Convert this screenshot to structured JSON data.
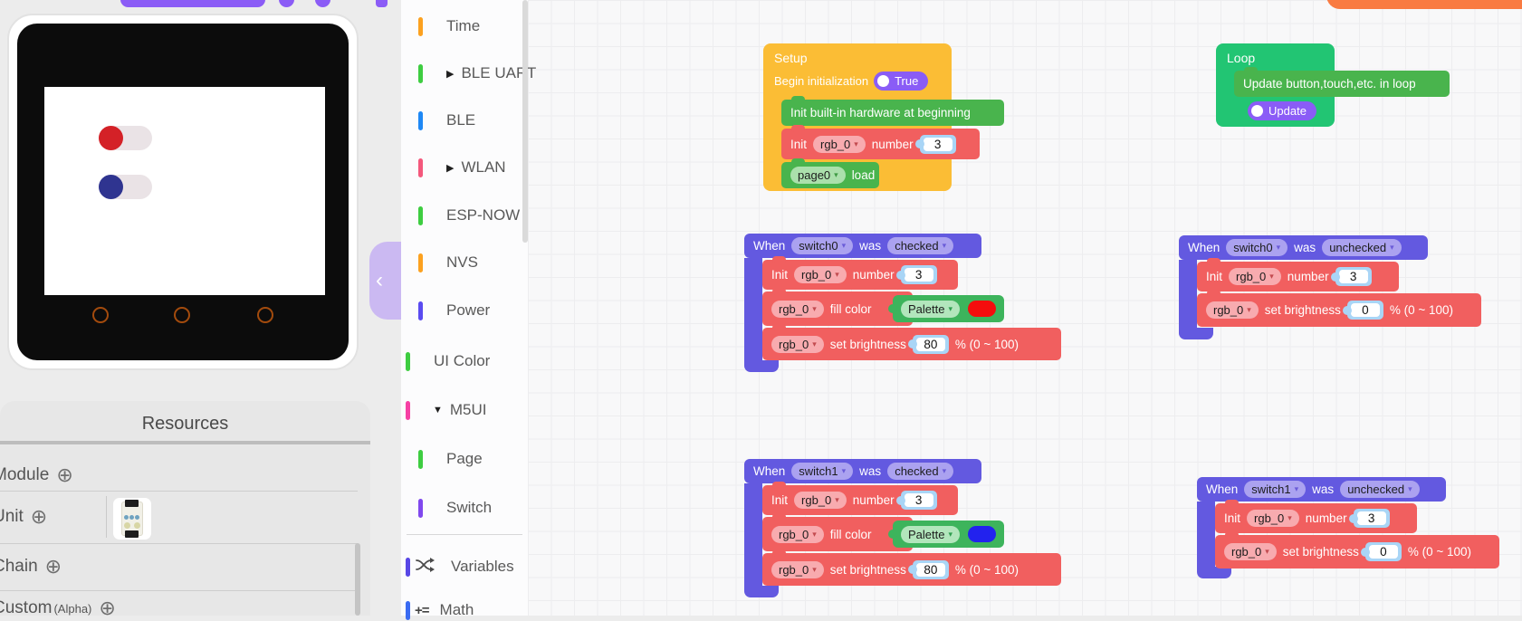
{
  "icons": {
    "dropdown_arrow": "▾",
    "triangle_right": "▶",
    "triangle_down": "▼",
    "plus_circle": "⊕",
    "chevron_left": "‹"
  },
  "colors": {
    "setup_yellow": "#fbbd35",
    "loop_green": "#22c573",
    "inner_green": "#49b44d",
    "red_block": "#f15f5f",
    "violet_block": "#6359e0",
    "purple_pill": "#8a5cf6",
    "number_piece_blue": "#a9d5f6",
    "palette_green": "#3db45c",
    "workspace_bg": "#f8f8f9",
    "orange_button": "#f97b42"
  },
  "device": {
    "switch0_color": "#d42127",
    "switch1_color": "#2f3490"
  },
  "resources": {
    "title": "Resources",
    "rows": [
      {
        "label": "Module"
      },
      {
        "label": "Unit"
      },
      {
        "label": "Chain"
      },
      {
        "label": "Custom",
        "suffix": "(Alpha)"
      }
    ]
  },
  "sidebar": {
    "items": [
      {
        "label": "Time",
        "color": "#fca120"
      },
      {
        "label": "BLE UART",
        "color": "#3ecd41"
      },
      {
        "label": "BLE",
        "color": "#1e88f5"
      },
      {
        "label": "WLAN",
        "color": "#f4587c"
      },
      {
        "label": "ESP-NOW",
        "color": "#3ecd41"
      },
      {
        "label": "NVS",
        "color": "#fca120"
      },
      {
        "label": "Power",
        "color": "#5a4bf0"
      },
      {
        "label": "UI Color",
        "color": "#3ecd41"
      },
      {
        "label": "M5UI",
        "color": "#f640a4"
      },
      {
        "label": "Page",
        "color": "#3ecd41"
      },
      {
        "label": "Switch",
        "color": "#8048ee"
      },
      {
        "label": "Variables",
        "color": "#5847e6"
      },
      {
        "label": "Math",
        "color": "#3a6bf2",
        "icon_text": "+="
      }
    ]
  },
  "workspace": {
    "setup": {
      "title": "Setup",
      "begin_label": "Begin initialization",
      "begin_toggle": "True",
      "init_hw": "Init built-in hardware at beginning",
      "page": "page0",
      "load": "load"
    },
    "loop": {
      "title": "Loop",
      "update_stmt": "Update button,touch,etc. in loop",
      "update_toggle": "Update"
    },
    "labels": {
      "when": "When",
      "was": "was",
      "init": "Init",
      "rgb": "rgb_0",
      "number": "number",
      "fill_color": "fill color",
      "palette": "Palette",
      "set_brightness": "set brightness",
      "percent_range": "% (0 ~ 100)"
    },
    "when_blocks": [
      {
        "switch": "switch0",
        "state": "checked",
        "number_value": "3",
        "swatch": "#f50d0d",
        "brightness": "80"
      },
      {
        "switch": "switch0",
        "state": "unchecked",
        "number_value": "3",
        "brightness": "0"
      },
      {
        "switch": "switch1",
        "state": "checked",
        "number_value": "3",
        "swatch": "#2222ee",
        "brightness": "80"
      },
      {
        "switch": "switch1",
        "state": "unchecked",
        "number_value": "3",
        "brightness": "0"
      }
    ],
    "setup_number_value": "3"
  }
}
